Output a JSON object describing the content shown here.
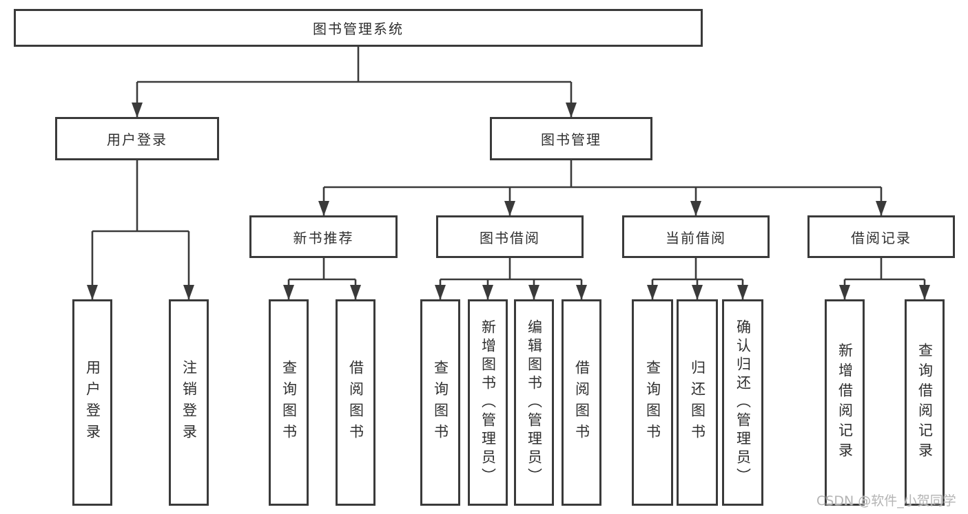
{
  "colors": {
    "line": "#3a3a3a",
    "box_border": "#3a3a3a",
    "text": "#2f2f2f",
    "watermark": "#b4b4b4",
    "background": "#ffffff"
  },
  "watermark": "CSDN @软件_小贺同学",
  "diagram": {
    "root": {
      "label": "图书管理系统"
    },
    "branches": [
      {
        "label": "用户登录",
        "leaves": [
          "用户登录",
          "注销登录"
        ]
      },
      {
        "label": "图书管理",
        "sections": [
          {
            "label": "新书推荐",
            "leaves": [
              "查询图书",
              "借阅图书"
            ]
          },
          {
            "label": "图书借阅",
            "leaves": [
              "查询图书",
              "新增图书（管理员）",
              "编辑图书（管理员）",
              "借阅图书"
            ]
          },
          {
            "label": "当前借阅",
            "leaves": [
              "查询图书",
              "归还图书",
              "确认归还（管理员）"
            ]
          },
          {
            "label": "借阅记录",
            "leaves": [
              "新增借阅记录",
              "查询借阅记录"
            ]
          }
        ]
      }
    ]
  }
}
